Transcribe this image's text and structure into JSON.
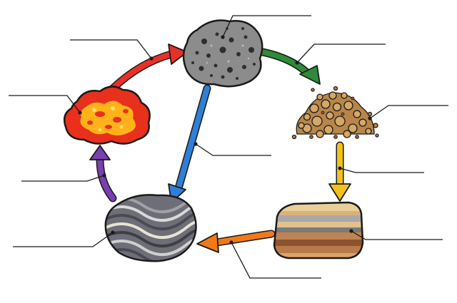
{
  "diagram": {
    "subject": "rock cycle",
    "nodes": [
      {
        "id": "igneous-rock",
        "label": ""
      },
      {
        "id": "sediment",
        "label": ""
      },
      {
        "id": "sedimentary-rock",
        "label": ""
      },
      {
        "id": "metamorphic-rock",
        "label": ""
      },
      {
        "id": "magma",
        "label": ""
      }
    ],
    "arrows": [
      {
        "id": "weathering-and-erosion",
        "from": "igneous-rock",
        "to": "sediment",
        "color": "#2e8b3a",
        "label": ""
      },
      {
        "id": "compaction-and-cementation",
        "from": "sediment",
        "to": "sedimentary-rock",
        "color": "#f2c21b",
        "label": ""
      },
      {
        "id": "heat-and-pressure",
        "from": "sedimentary-rock",
        "to": "metamorphic-rock",
        "color": "#f07a1a",
        "label": ""
      },
      {
        "id": "melting",
        "from": "metamorphic-rock",
        "to": "magma",
        "color": "#7a3fb0",
        "label": ""
      },
      {
        "id": "cooling",
        "from": "magma",
        "to": "igneous-rock",
        "color": "#e8302a",
        "label": ""
      },
      {
        "id": "igneous-to-metamorphic",
        "from": "igneous-rock",
        "to": "metamorphic-rock",
        "color": "#2f7fd6",
        "label": ""
      }
    ],
    "colors": {
      "igneous": "#8c8c8c",
      "sediment": "#b8864a",
      "sedimentary": "#c9975e",
      "metamorphic": "#6e6e78",
      "magma_outer": "#e8301c",
      "magma_inner": "#ffb21a"
    }
  }
}
